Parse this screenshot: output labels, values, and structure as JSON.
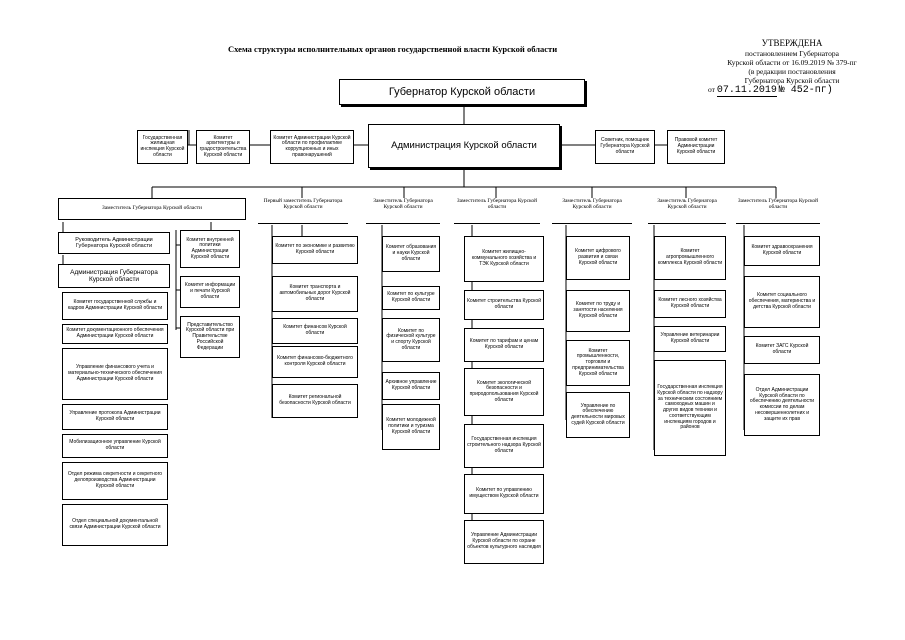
{
  "title": "Схема структуры исполнительных органов государственной власти Курской области",
  "approval": {
    "line1": "УТВЕРЖДЕНА",
    "line2": "постановлением Губернатора",
    "line3": "Курской области от 16.09.2019 № 379-пг",
    "line4": "(в редакции постановления",
    "line5": "Губернатора Курской области",
    "line6_prefix": "от",
    "line6_date": "07.11.2019",
    "line6_no": "№ 452-пг)"
  },
  "governor": "Губернатор Курской области",
  "administration": "Администрация Курской области",
  "side_left": [
    "Государственная жилищная инспекция Курской области",
    "Комитет архитектуры и градостроительства Курской области",
    "Комитет Администрации Курской области по профилактике коррупционных и иных правонарушений"
  ],
  "side_right": [
    "Советник, помощник Губернатора Курской области",
    "Правовой комитет Администрации Курской области"
  ],
  "col1": {
    "header": "Заместитель Губернатора Курской области",
    "head_rukov": "Руководитель Администрации Губернатора Курской области",
    "admin_box": "Администрация Губернатора Курской области",
    "items": [
      "Комитет государственной службы и кадров Администрации Курской области",
      "Комитет документационного обеспечения Администрации Курской области",
      "Управление финансового учета и материально-технического обеспечения Администрации Курской области",
      "Управление протокола Администрации Курской области",
      "Мобилизационное управление Курской области",
      "Отдел режима секретности и секретного делопроизводства Администрации Курской области",
      "Отдел специальной документальной связи Администрации Курской области"
    ],
    "sub_items": [
      "Комитет внутренней политики Администрации Курской области",
      "Комитет информации и печати Курской области",
      "Представительство Курской области при Правительстве Российской Федерации"
    ]
  },
  "col2": {
    "header": "Первый заместитель Губернатора Курской области",
    "items": [
      "Комитет по экономике и развитию Курской области",
      "Комитет транспорта и автомобильных дорог Курской области",
      "Комитет финансов Курской области",
      "Комитет финансово-бюджетного контроля Курской области",
      "Комитет региональной безопасности Курской области"
    ]
  },
  "col3": {
    "header": "Заместитель Губернатора Курской области",
    "items": [
      "Комитет образования и науки Курской области",
      "Комитет по культуре Курской области",
      "Комитет по физической культуре и спорту Курской области",
      "Архивное управление Курской области",
      "Комитет молодежной политики и туризма Курской области"
    ]
  },
  "col4": {
    "header": "Заместитель Губернатора Курской области",
    "items": [
      "Комитет жилищно-коммунального хозяйства и ТЭК Курской области",
      "Комитет строительства Курской области",
      "Комитет по тарифам и ценам Курской области",
      "Комитет экологической безопасности и природопользования Курской области",
      "Государственная инспекция строительного надзора Курской области",
      "Комитет по управлению имуществом Курской области",
      "Управление Администрации Курской области по охране объектов культурного наследия"
    ]
  },
  "col5": {
    "header": "Заместитель Губернатора Курской области",
    "items": [
      "Комитет цифрового развития и связи Курской области",
      "Комитет по труду и занятости населения Курской области",
      "Комитет промышленности, торговли и предпринимательства Курской области",
      "Управление по обеспечению деятельности мировых судей Курской области"
    ]
  },
  "col6": {
    "header": "Заместитель Губернатора Курской области",
    "items": [
      "Комитет агропромышленного комплекса Курской области",
      "Комитет лесного хозяйства Курской области",
      "Управление ветеринарии Курской области",
      "Государственная инспекция Курской области по надзору за техническим состоянием самоходных машин и других видов техники и соответствующим инспекциям городов и районов"
    ]
  },
  "col7": {
    "header": "Заместитель Губернатора Курской области",
    "items": [
      "Комитет здравоохранения Курской области",
      "Комитет социального обеспечения, материнства и детства Курской области",
      "Комитет ЗАГС Курской области",
      "Отдел Администрации Курской области по обеспечению деятельности комиссии по делам несовершеннолетних и защите их прав"
    ]
  }
}
